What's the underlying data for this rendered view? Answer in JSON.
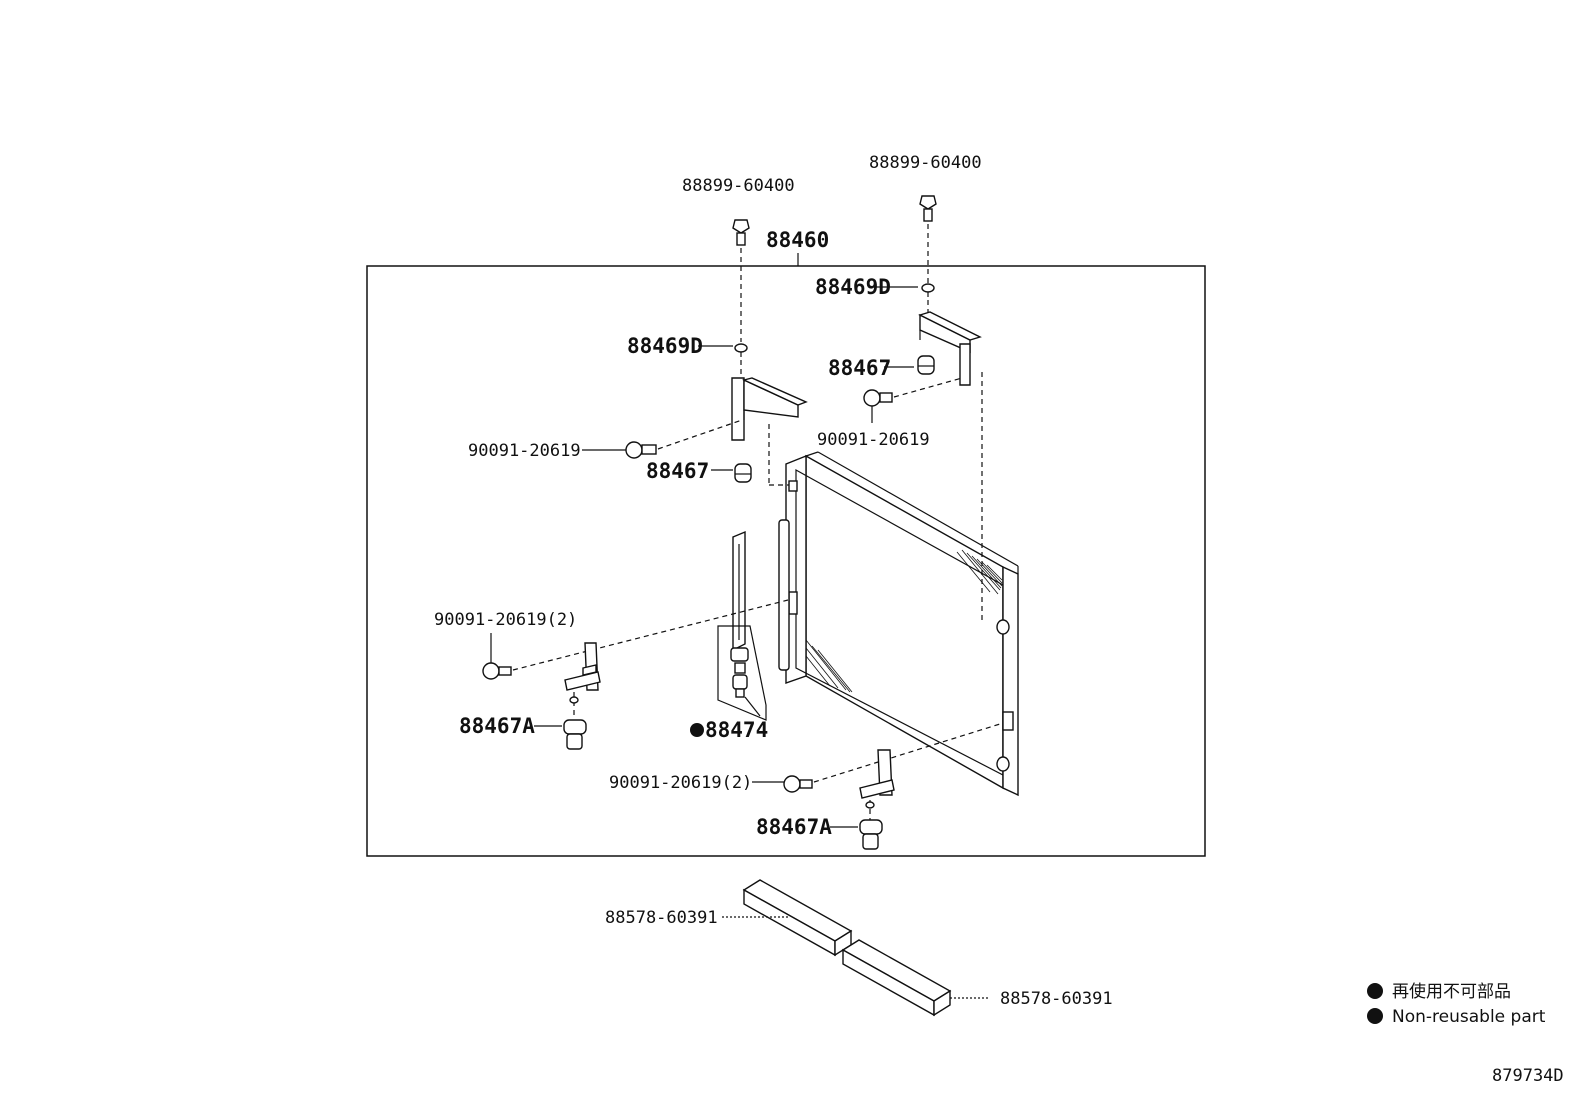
{
  "diagram": {
    "assembly_part": "88460",
    "labels": {
      "bolt_top_left": "88899-60400",
      "bolt_top_right": "88899-60400",
      "washer_left": "88469D",
      "washer_right": "88469D",
      "cushion_right": "88467",
      "cushion_left": "88467",
      "screw_left": "90091-20619",
      "screw_right": "90091-20619",
      "screw_lower_left": "90091-20619(2)",
      "screw_lower_right": "90091-20619(2)",
      "support_left": "88467A",
      "support_right": "88467A",
      "drier": "88474",
      "seal_left": "88578-60391",
      "seal_right": "88578-60391"
    },
    "legend": {
      "jp": "再使用不可部品",
      "en": "Non-reusable part"
    },
    "figure_id": "879734D"
  }
}
